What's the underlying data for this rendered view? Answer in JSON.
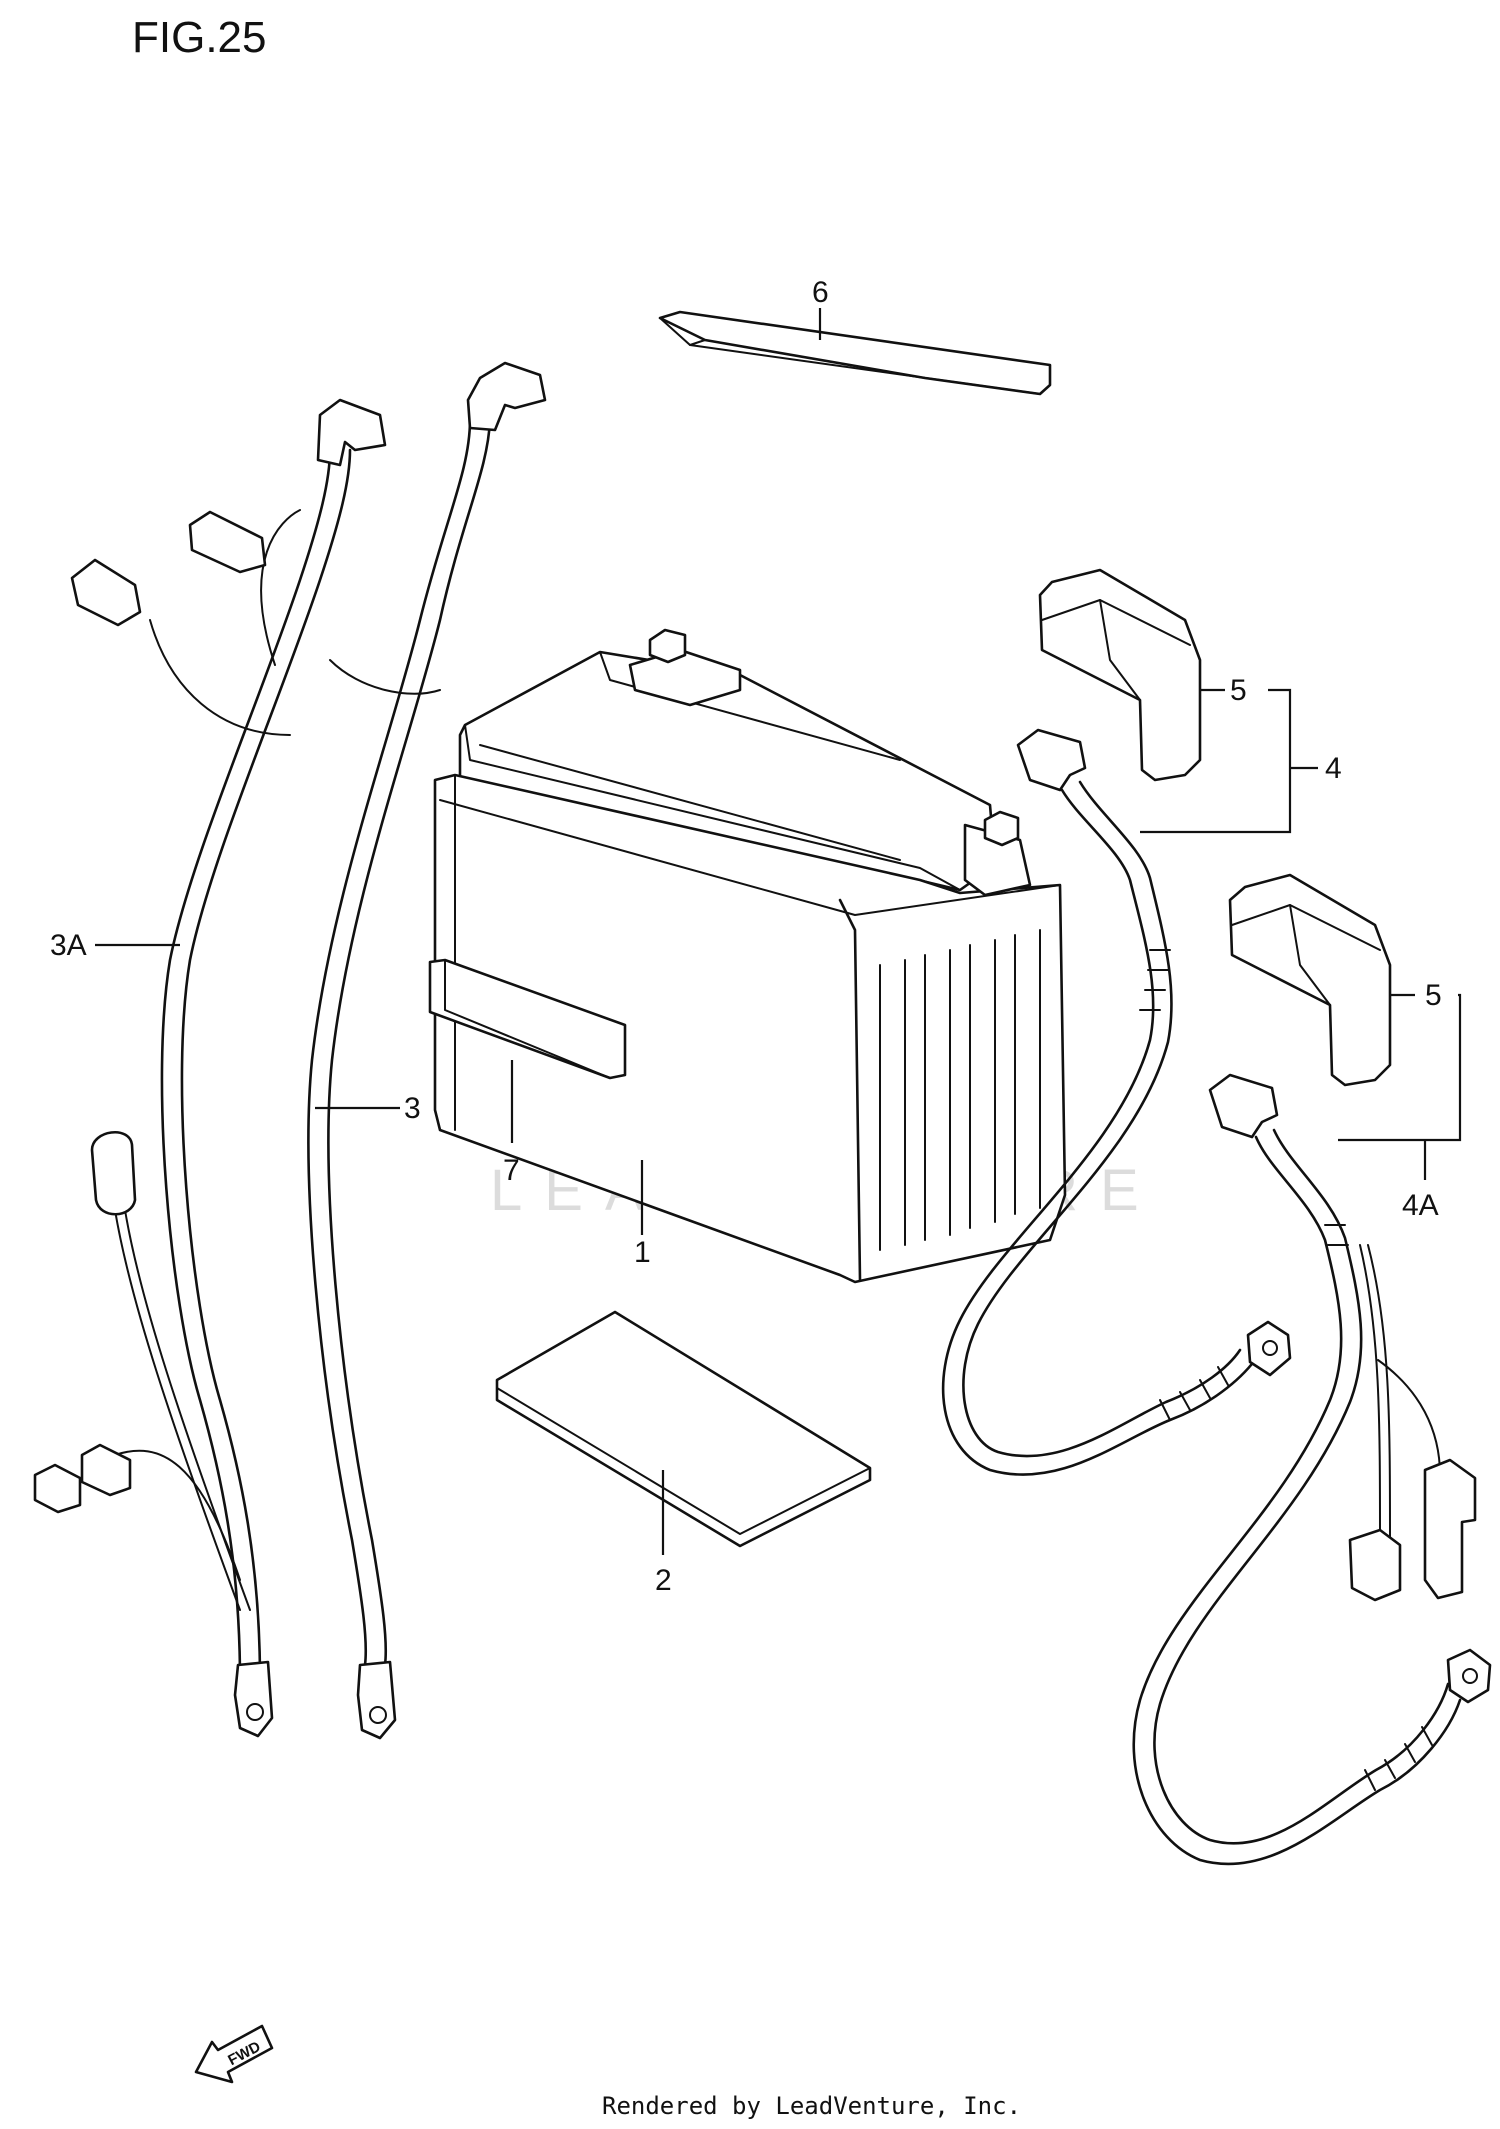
{
  "figure": {
    "title": "FIG.25"
  },
  "callouts": {
    "c1": "1",
    "c2": "2",
    "c3": "3",
    "c3a": "3A",
    "c4": "4",
    "c4a": "4A",
    "c5_upper": "5",
    "c5_lower": "5",
    "c6": "6",
    "c7": "7"
  },
  "direction_arrow": {
    "label": "FWD"
  },
  "watermark": {
    "text": "LEADVENTURE"
  },
  "footer": {
    "text": "Rendered by LeadVenture, Inc."
  },
  "colors": {
    "ink": "#111111",
    "watermark": "#dcdcdc",
    "background": "#ffffff"
  }
}
